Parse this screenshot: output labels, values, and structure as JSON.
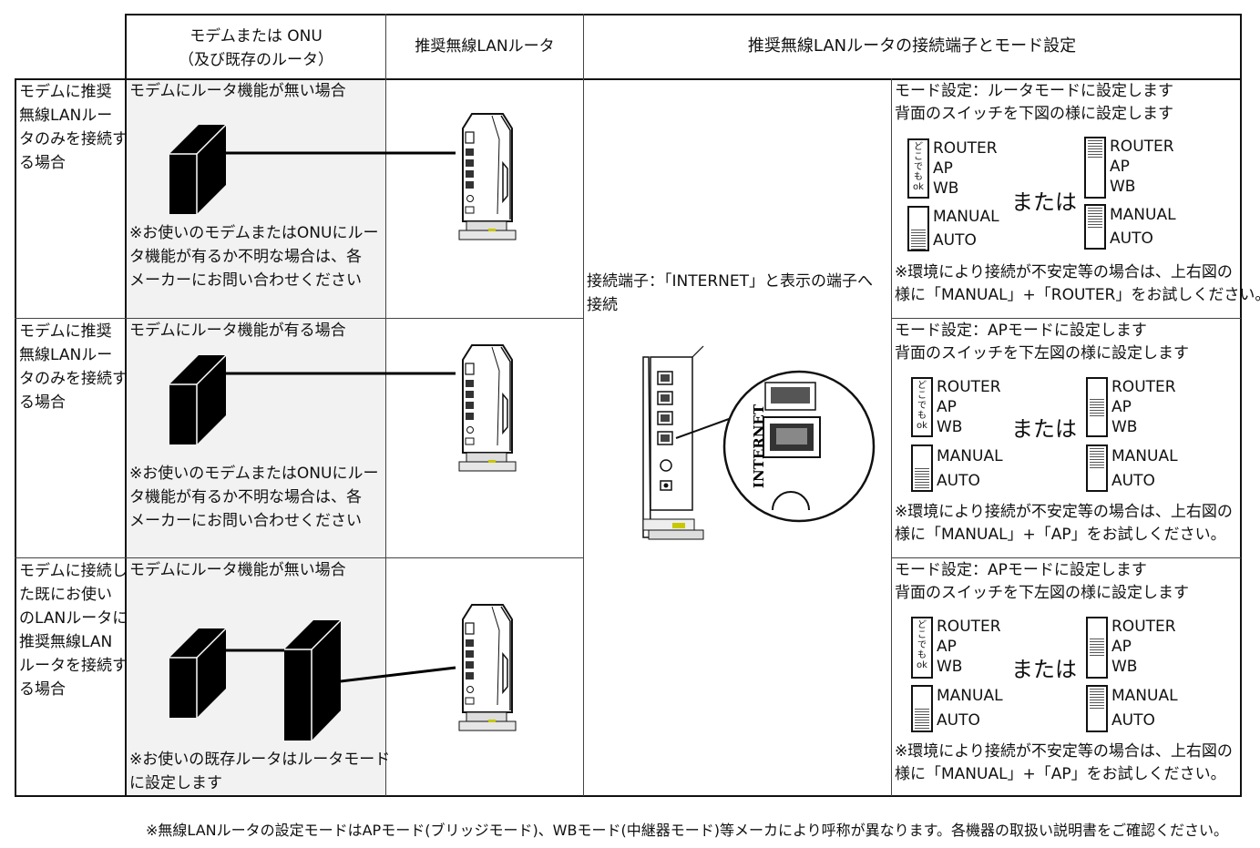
{
  "header": {
    "modem_col": [
      "モデムまたは ONU",
      "（及び既存のルータ）"
    ],
    "router_col": "推奨無線LANルータ",
    "setting_col": "推奨無線LANルータの接続端子とモード設定"
  },
  "rows": [
    {
      "case": [
        "モデムに推奨",
        "無線LANルー",
        "タのみを接続す",
        "る場合"
      ],
      "modem_title": "モデムにルータ機能が無い場合",
      "modem_note": [
        "※お使いのモデムまたはONUにルー",
        "タ機能が有るか不明な場合は、各",
        "メーカーにお問い合わせください"
      ],
      "mode": [
        "モード設定：ルータモードに設定します",
        "背面のスイッチを下図の様に設定します"
      ],
      "footnote": [
        "※環境により接続が不安定等の場合は、上右図の",
        "様に「MANUAL」+「ROUTER」をお試しください。"
      ]
    },
    {
      "case": [
        "モデムに推奨",
        "無線LANルー",
        "タのみを接続す",
        "る場合"
      ],
      "modem_title": "モデムにルータ機能が有る場合",
      "modem_note": [
        "※お使いのモデムまたはONUにルー",
        "タ機能が有るか不明な場合は、各",
        "メーカーにお問い合わせください"
      ],
      "mode": [
        "モード設定：APモードに設定します",
        "背面のスイッチを下左図の様に設定します"
      ],
      "footnote": [
        "※環境により接続が不安定等の場合は、上右図の",
        "様に「MANUAL」+「AP」をお試しください。"
      ]
    },
    {
      "case": [
        "モデムに接続し",
        "た既にお使い",
        "のLANルータに",
        "推奨無線LAN",
        "ルータを接続す",
        "る場合"
      ],
      "modem_title": "モデムにルータ機能が無い場合",
      "modem_note": [
        "※お使いの既存ルータはルータモード",
        "に設定します"
      ],
      "mode": [
        "モード設定：APモードに設定します",
        "背面のスイッチを下左図の様に設定します"
      ],
      "footnote": [
        "※環境により接続が不安定等の場合は、上右図の",
        "様に「MANUAL」+「AP」をお試しください。"
      ]
    }
  ],
  "connection": [
    "接続端子：「INTERNET」と表示の端子へ",
    "接続"
  ],
  "port_label": "INTERNET",
  "switch_labels": {
    "router": "ROUTER",
    "ap": "AP",
    "wb": "WB",
    "manual": "MANUAL",
    "auto": "AUTO",
    "or": "または",
    "dokodemo": [
      "ど",
      "こ",
      "で",
      "も",
      "ok"
    ]
  },
  "bottom_note": "※無線LANルータの設定モードはAPモード(ブリッジモード)、WBモード(中継器モード)等メーカにより呼称が異なります。各機器の取扱い説明書をご確認ください。"
}
